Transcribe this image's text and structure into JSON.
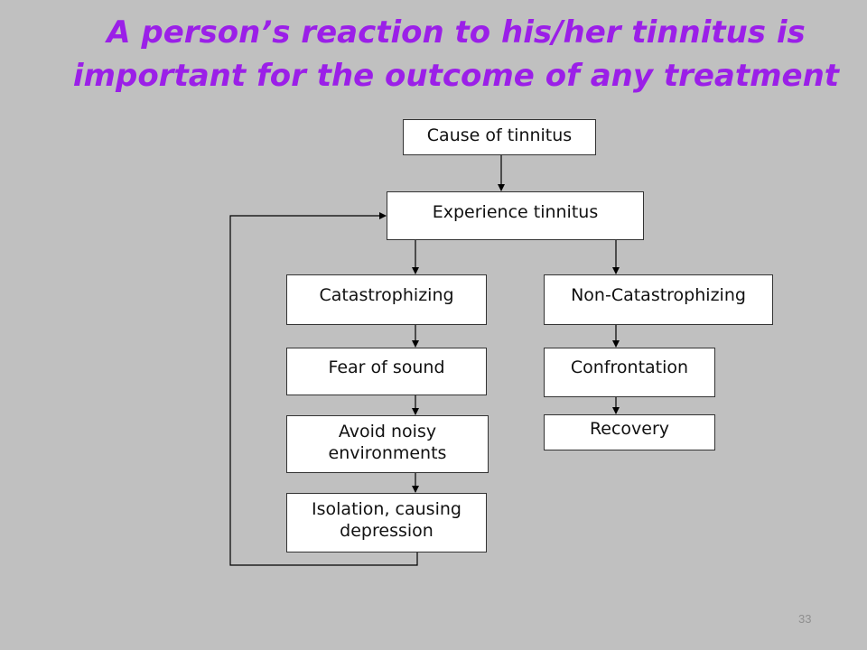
{
  "slide": {
    "title_line1": "A person’s reaction to his/her tinnitus is",
    "title_line2": "important for the outcome of any treatment",
    "page_number": "33"
  },
  "diagram": {
    "cause": "Cause of tinnitus",
    "experience": "Experience tinnitus",
    "catastrophizing": "Catastrophizing",
    "non_catastrophizing": "Non-Catastrophizing",
    "fear": "Fear of sound",
    "avoid_line1": "Avoid noisy",
    "avoid_line2": "environments",
    "isolation_line1": "Isolation, causing",
    "isolation_line2": "depression",
    "confrontation": "Confrontation",
    "recovery": "Recovery"
  },
  "colors": {
    "background": "#c0c0c0",
    "title": "#9b1fe8",
    "box_fill": "#ffffff",
    "line": "#000000"
  }
}
